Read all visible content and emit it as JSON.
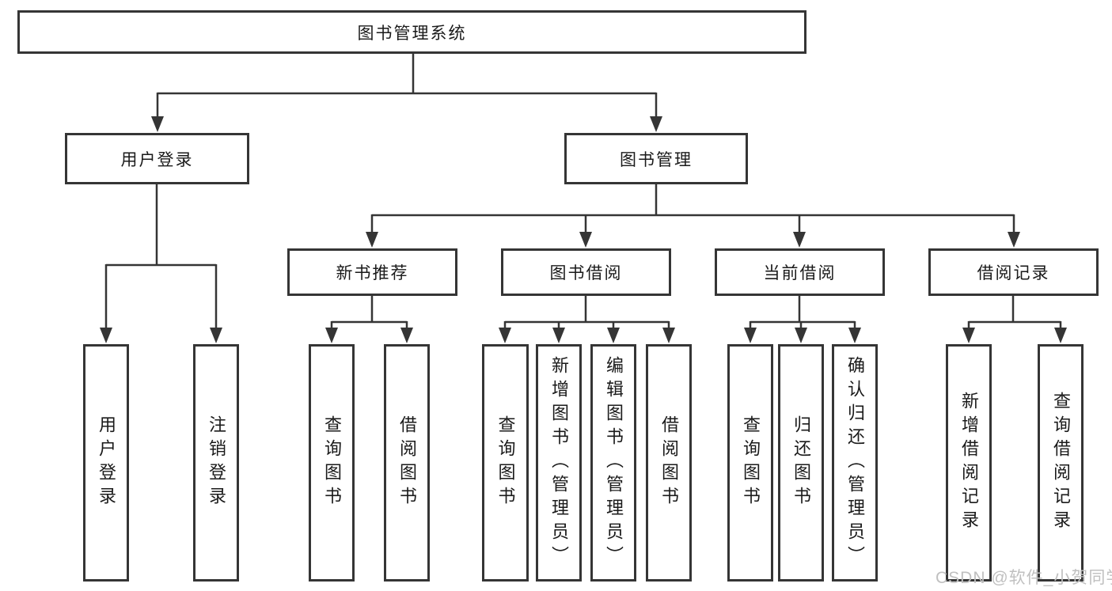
{
  "diagram": {
    "root": {
      "label": "图书管理系统",
      "children": [
        {
          "label": "用户登录",
          "children": [
            {
              "label": "用户登录"
            },
            {
              "label": "注销登录"
            }
          ]
        },
        {
          "label": "图书管理",
          "children": [
            {
              "label": "新书推荐",
              "children": [
                {
                  "label": "查询图书"
                },
                {
                  "label": "借阅图书"
                }
              ]
            },
            {
              "label": "图书借阅",
              "children": [
                {
                  "label": "查询图书"
                },
                {
                  "label": "新增图书（管理员）"
                },
                {
                  "label": "编辑图书（管理员）"
                },
                {
                  "label": "借阅图书"
                }
              ]
            },
            {
              "label": "当前借阅",
              "children": [
                {
                  "label": "查询图书"
                },
                {
                  "label": "归还图书"
                },
                {
                  "label": "确认归还（管理员）"
                }
              ]
            },
            {
              "label": "借阅记录",
              "children": [
                {
                  "label": "新增借阅记录"
                },
                {
                  "label": "查询借阅记录"
                }
              ]
            }
          ]
        }
      ]
    }
  },
  "watermark": {
    "text": "CSDN @软件_小贺同学"
  },
  "colors": {
    "line": "#353535",
    "box_border": "#353535",
    "text": "#1a1a1a",
    "watermark": "#c0c0c0",
    "background": "#ffffff"
  }
}
